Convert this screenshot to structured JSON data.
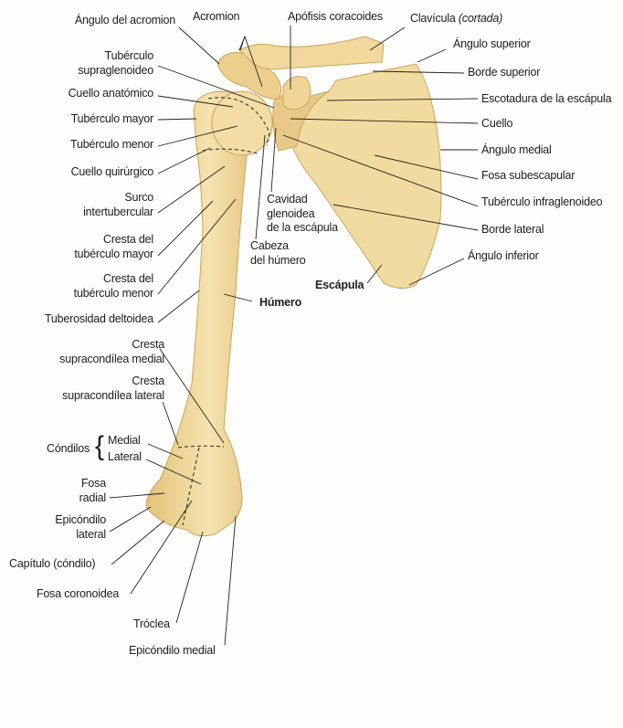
{
  "colors": {
    "bone": "#f1d89a",
    "bone_shadow": "#d9b870",
    "leader_line": "#222222",
    "background": "#fdfdfb"
  },
  "top": {
    "angulo_acromion": "Ángulo del acromion",
    "acromion": "Acromion",
    "coracoides": "Apófisis coracoides",
    "clavicula": "Clavícula",
    "clavicula_note": "(cortada)"
  },
  "left": {
    "supraglenoideo": [
      "Tubérculo",
      "supraglenoideo"
    ],
    "cuello_anatomico": "Cuello anatómico",
    "tuberculo_mayor": "Tubérculo mayor",
    "tuberculo_menor": "Tubérculo menor",
    "cuello_quirurgico": "Cuello quirúrgico",
    "surco": [
      "Surco",
      "intertubercular"
    ],
    "cresta_mayor": [
      "Cresta del",
      "tubérculo mayor"
    ],
    "cresta_menor": [
      "Cresta del",
      "tubérculo menor"
    ],
    "tuberosidad": "Tuberosidad deltoidea",
    "supracondilea_medial": [
      "Cresta",
      "supracondílea medial"
    ],
    "supracondilea_lateral": [
      "Cresta",
      "supracondílea lateral"
    ],
    "condilos": "Cóndilos",
    "condilo_medial": "Medial",
    "condilo_lateral": "Lateral",
    "fosa_radial": [
      "Fosa",
      "radial"
    ],
    "epicondilo_lateral": [
      "Epicóndilo",
      "lateral"
    ],
    "capitulo": "Capítulo (cóndilo)",
    "fosa_coronoidea": "Fosa coronoidea",
    "troclea": "Tróclea",
    "epicondilo_medial": "Epicóndilo medial"
  },
  "center": {
    "cavidad": [
      "Cavidad",
      "glenoidea",
      "de la escápula"
    ],
    "cabeza": [
      "Cabeza",
      "del húmero"
    ],
    "escapula": "Escápula",
    "humero": "Húmero"
  },
  "right": {
    "angulo_superior": "Ángulo superior",
    "borde_superior": "Borde superior",
    "escotadura": "Escotadura de la escápula",
    "cuello": "Cuello",
    "angulo_medial": "Ángulo medial",
    "fosa_subescapular": "Fosa subescapular",
    "infraglenoideo": "Tubérculo infraglenoideo",
    "borde_lateral": "Borde lateral",
    "angulo_inferior": "Ángulo inferior"
  }
}
